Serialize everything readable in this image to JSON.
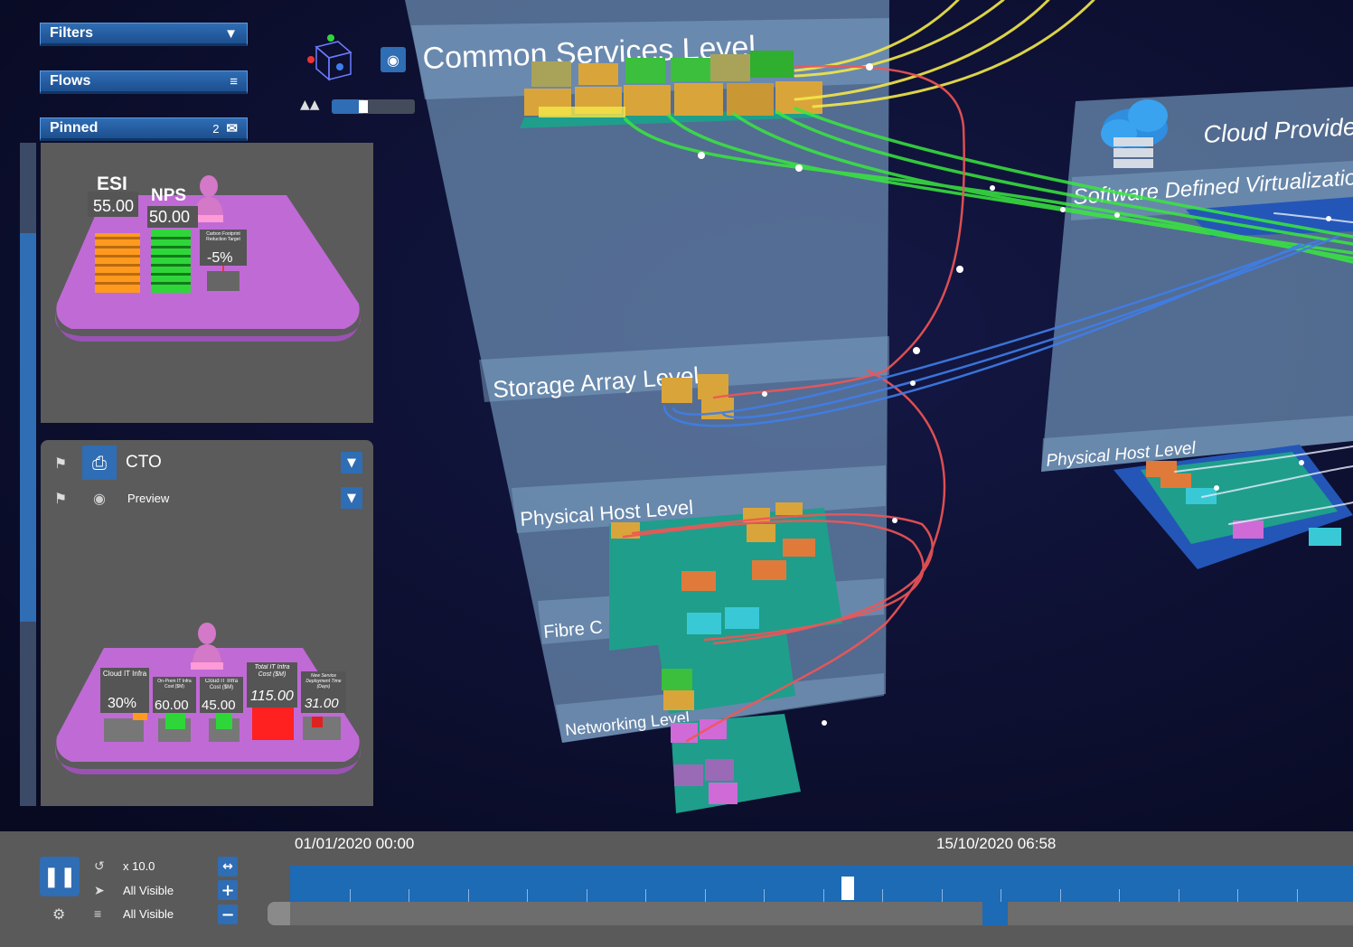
{
  "colors": {
    "accent": "#2f6db4",
    "flow_green": "#39e83e",
    "flow_yellow": "#f3e84a",
    "flow_red": "#f25555",
    "flow_blue": "#3f7ee9",
    "board": "#c06ad6",
    "teal": "#1f9e8c"
  },
  "menu": {
    "filters_label": "Filters",
    "flows_label": "Flows",
    "pinned_label": "Pinned",
    "pinned_count": "2"
  },
  "icons": {
    "filters": "filter-icon",
    "flows": "flows-icon",
    "pinned": "pinned-dashboard-icon",
    "gizmo": "orientation-gizmo-icon",
    "focus": "focus-target-icon",
    "layers": "layers-icon",
    "pin": "bookmark-pin-icon",
    "role": "laptop-icon",
    "preview": "eye-icon",
    "dropdown": "triangle-down-icon",
    "pause": "pause-icon",
    "speed": "speed-icon",
    "filter_events": "rocket-icon",
    "filter_flows": "flows-icon",
    "settings": "gear-icon"
  },
  "top_controls": {
    "zoom_level": 0.38
  },
  "esi_card": {
    "esi_label": "ESI",
    "esi_value": "55.00",
    "nps_label": "NPS",
    "nps_value": "50.00",
    "carbon_label": "Carbon Footprint Reduction Target",
    "carbon_value": "-5%"
  },
  "cto_card": {
    "role_label": "CTO",
    "preview_label": "Preview",
    "kpis": [
      {
        "label": "Cloud IT Infra",
        "value": "30%"
      },
      {
        "label": "On-Prem IT Infra Cost ($M)",
        "value": "60.00"
      },
      {
        "label": "Cloud IT Infra Cost ($M)",
        "value": "45.00"
      },
      {
        "label": "Total IT Infra Cost ($M)",
        "value": "115.00"
      },
      {
        "label": "New Service Deployment Time (Days)",
        "value": "31.00"
      }
    ]
  },
  "scene": {
    "main_levels": [
      "Common Services Level",
      "Storage Array Level",
      "Physical Host Level",
      "Fibre C",
      "Networking Level"
    ],
    "cloud_title": "Cloud Provider (",
    "cloud_levels": [
      "Software Defined Virtualization",
      "Physical Host Level"
    ]
  },
  "timeline": {
    "start_time": "01/01/2020 00:00",
    "current_time": "15/10/2020 06:58",
    "speed_label": "x 10.0",
    "events_filter_label": "All Visible",
    "flows_filter_label": "All Visible",
    "progress": 0.525
  }
}
